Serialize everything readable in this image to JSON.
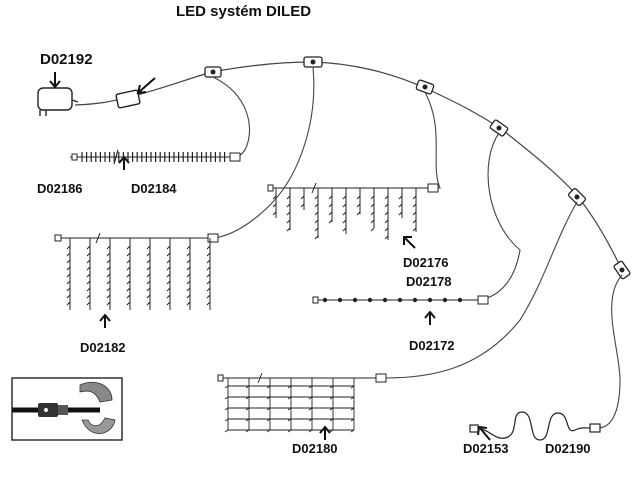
{
  "title": "LED systém DILED",
  "labels": {
    "adapter": "D02192",
    "short_string": "D02186",
    "long_string": "D02184",
    "curtain_icicle": "D02182",
    "icicle_1": "D02176",
    "icicle_2": "D02178",
    "string_light": "D02172",
    "net": "D02180",
    "cable_1": "D02153",
    "cable_2": "D02190"
  }
}
